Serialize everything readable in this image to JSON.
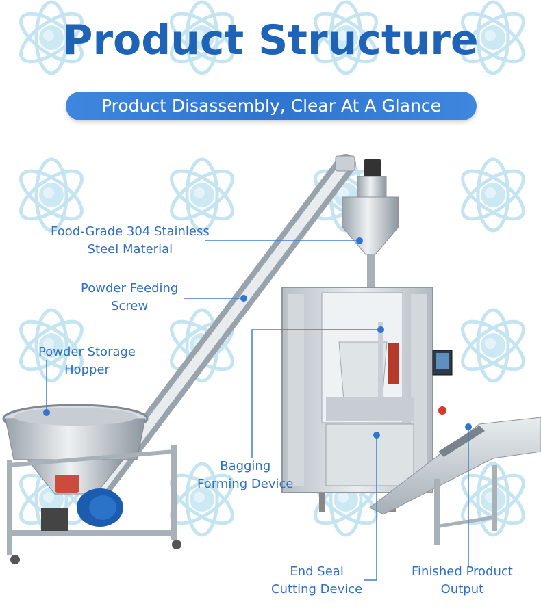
{
  "title": "Product Structure",
  "subtitle": "Product Disassembly, Clear At A Glance",
  "labels": {
    "steel_line1": "Food-Grade 304 Stainless",
    "steel_line2": "Steel Material",
    "screw_line1": "Powder Feeding",
    "screw_line2": "Screw",
    "hopper_line1": "Powder Storage",
    "hopper_line2": "Hopper",
    "bagging_line1": "Bagging",
    "bagging_line2": "Forming Device",
    "seal_line1": "End Seal",
    "seal_line2": "Cutting Device",
    "output_line1": "Finished Product",
    "output_line2": "Output"
  },
  "colors": {
    "accent": "#1f63b6",
    "label": "#2f6fc4",
    "pill": "#3f86de",
    "watermark": "#9fd3e6"
  }
}
